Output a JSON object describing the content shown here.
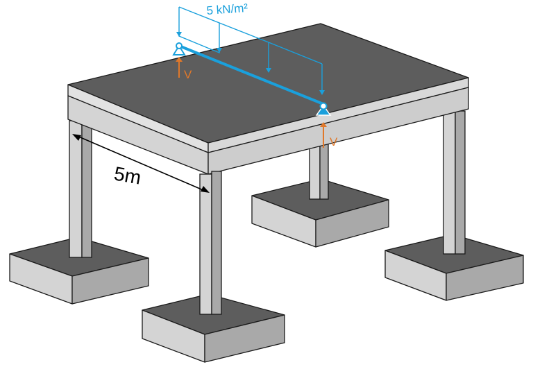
{
  "load_label": "5 kN/m²",
  "span_label": "5m",
  "reaction_label_left": "V",
  "reaction_label_right": "V",
  "colors": {
    "load": "#1aa0dc",
    "reaction": "#e0782a",
    "slab_top": "#5d5d5d",
    "concrete_face": "#d4d4d4",
    "concrete_side": "#a9a9a9",
    "footing_top": "#5d5d5d",
    "outline": "#1a1a1a",
    "dimension": "#000000"
  }
}
